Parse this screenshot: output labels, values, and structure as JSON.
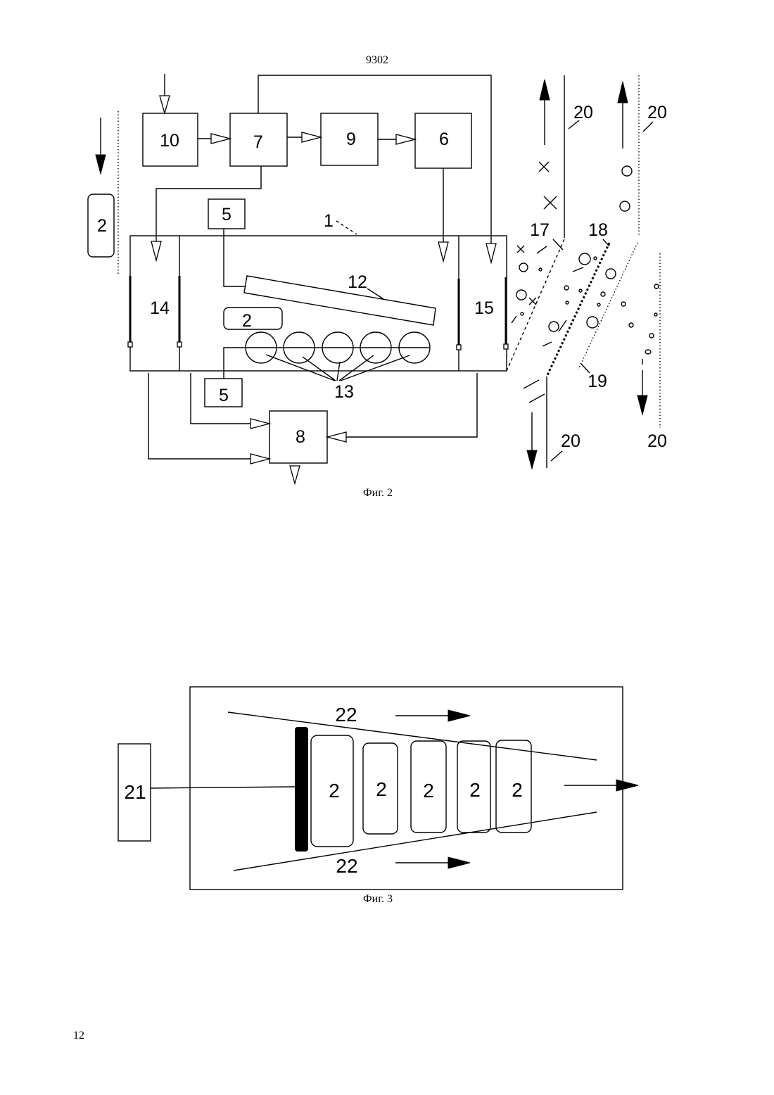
{
  "header": {
    "document_number": "9302"
  },
  "figure2": {
    "caption": "Фиг. 2",
    "labels": {
      "box_10": "10",
      "box_7": "7",
      "box_9": "9",
      "box_6": "6",
      "item_2_outside": "2",
      "box_5_top": "5",
      "chamber_1": "1",
      "plate_12": "12",
      "chamber_14": "14",
      "chamber_15": "15",
      "item_2_inside": "2",
      "rollers_13": "13",
      "box_5_bottom": "5",
      "box_8": "8",
      "line_17": "17",
      "line_18": "18",
      "line_19": "19",
      "channel_20_top_left": "20",
      "channel_20_top_right": "20",
      "channel_20_bottom_left": "20",
      "channel_20_bottom_right": "20"
    }
  },
  "figure3": {
    "caption": "Фиг. 3",
    "labels": {
      "box_21": "21",
      "line_22_top": "22",
      "line_22_bottom": "22",
      "items_2": [
        "2",
        "2",
        "2",
        "2",
        "2"
      ]
    }
  },
  "footer": {
    "page_number": "12"
  }
}
